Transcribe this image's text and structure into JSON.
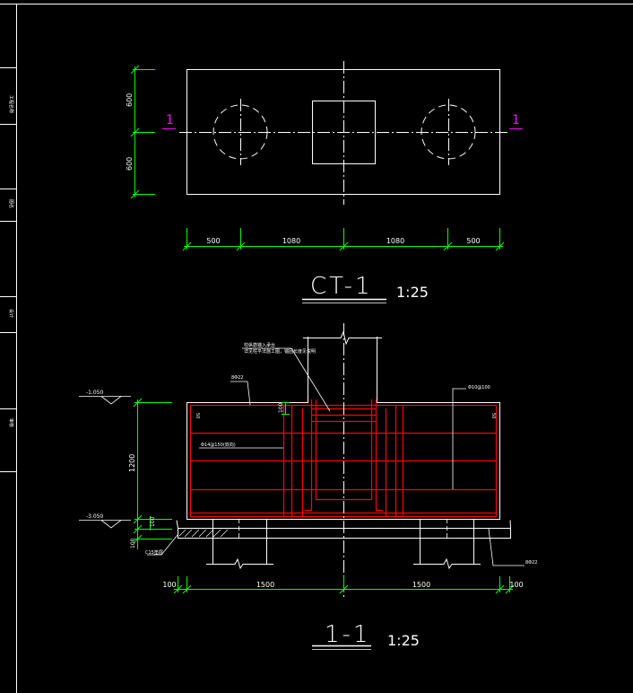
{
  "colors": {
    "background": "#000000",
    "line": "#ffffff",
    "dimension": "#00ff00",
    "rebar": "#ff0000",
    "section_mark": "#ff00ff"
  },
  "title_block": {
    "cells": [
      "工程名称",
      "图名",
      "设计",
      "审核"
    ]
  },
  "plan": {
    "title": "CT-1",
    "scale": "1:25",
    "section_mark_left": "1",
    "section_mark_right": "1",
    "vertical_dims": [
      "600",
      "600"
    ],
    "horizontal_dims": [
      "500",
      "1080",
      "1080",
      "500"
    ]
  },
  "section": {
    "title": "1-1",
    "scale": "1:25",
    "elev_top": "-1.050",
    "elev_bottom": "-3.050",
    "height_dim": "1200",
    "cushion_dims": [
      "100",
      "100"
    ],
    "small_dim": "100",
    "horizontal_dims": [
      "100",
      "1500",
      "1500",
      "100"
    ],
    "annotations": {
      "column_rebar": "柱纵筋锚入承台",
      "column_note": "详见柱平法施工图，锚固长度见说明",
      "top_bar_left": "8Φ22",
      "top_bar_right": "Φ10@100",
      "side_bar": "Φ14@150(双向)",
      "cushion": "C15垫层",
      "bottom_bar": "8Φ22",
      "cover_left": "50",
      "cover_right": "50"
    }
  }
}
